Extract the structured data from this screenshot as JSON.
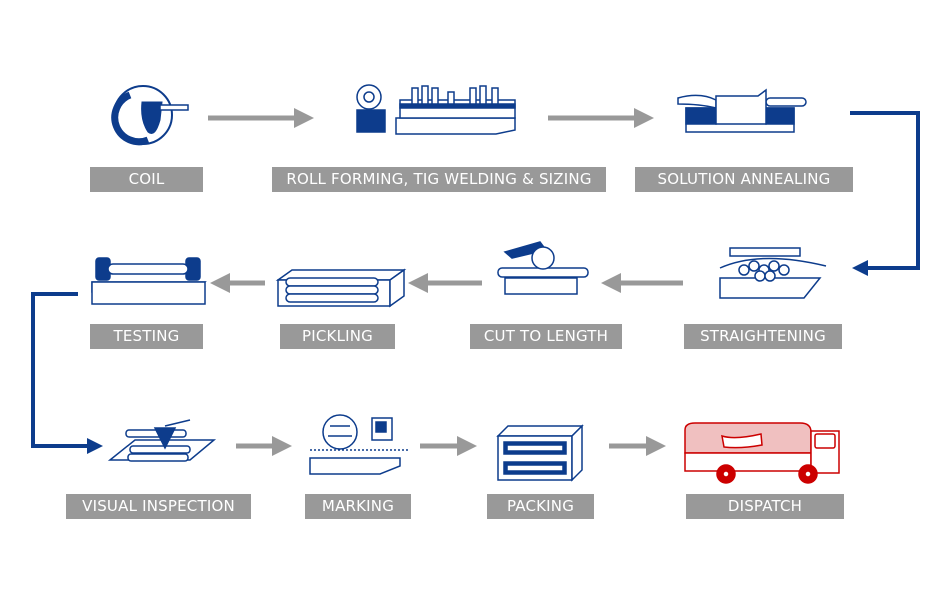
{
  "colors": {
    "step_blue": "#0d3c8c",
    "arrow_gray": "#999999",
    "label_gray": "#999999",
    "dispatch_red": "#cc0000",
    "dispatch_fill": "#f0c0c0"
  },
  "steps": [
    {
      "label": "COIL",
      "icon": "coil-icon"
    },
    {
      "label": "ROLL FORMING, TIG WELDING & SIZING",
      "icon": "roll-forming-machine-icon"
    },
    {
      "label": "SOLUTION ANNEALING",
      "icon": "annealing-furnace-icon"
    },
    {
      "label": "STRAIGHTENING",
      "icon": "straightening-machine-icon"
    },
    {
      "label": "CUT TO LENGTH",
      "icon": "saw-cutter-icon"
    },
    {
      "label": "PICKLING",
      "icon": "pickling-tank-icon"
    },
    {
      "label": "TESTING",
      "icon": "testing-rig-icon"
    },
    {
      "label": "VISUAL INSPECTION",
      "icon": "inspection-icon"
    },
    {
      "label": "MARKING",
      "icon": "marking-machine-icon"
    },
    {
      "label": "PACKING",
      "icon": "packing-crate-icon"
    },
    {
      "label": "DISPATCH",
      "icon": "truck-icon"
    }
  ]
}
